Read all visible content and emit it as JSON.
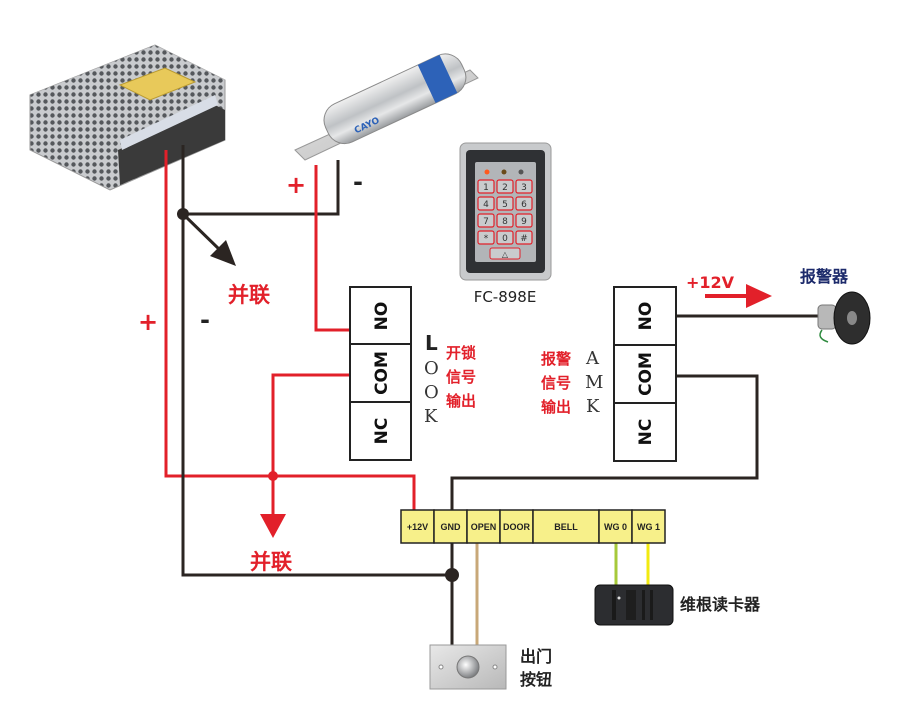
{
  "diagram": {
    "title_model": "FC-898E",
    "colors": {
      "positive_wire": "#e2202a",
      "negative_wire": "#2b2522",
      "terminal_fill": "#f7f08a",
      "open_wire": "#c8a878",
      "wg0_wire": "#a6c93a",
      "wg1_wire": "#f2ea10",
      "alarm_label": "#1c2a6b"
    },
    "power_supply": {
      "plus_label": "+",
      "minus_label": "-",
      "parallel_label_top": "并联",
      "parallel_label_bottom": "并联"
    },
    "lock": {
      "brand": "CAYO",
      "plus_label": "+",
      "minus_label": "-"
    },
    "keypad": {
      "model": "FC-898E",
      "keys": [
        "1",
        "2",
        "3",
        "4",
        "5",
        "6",
        "7",
        "8",
        "9",
        "*",
        "0",
        "#",
        "🔔"
      ]
    },
    "lock_relay": {
      "terminals": [
        "NO",
        "COM",
        "NC"
      ],
      "side_letters": [
        "L",
        "O",
        "O",
        "K"
      ],
      "caption": [
        "开锁",
        "信号",
        "输出"
      ]
    },
    "alarm_relay": {
      "terminals": [
        "NO",
        "COM",
        "NC"
      ],
      "side_letters": [
        "A",
        "M",
        "K"
      ],
      "caption": [
        "报警",
        "信号",
        "输出"
      ]
    },
    "alarm": {
      "voltage_label": "+12V",
      "name": "报警器"
    },
    "terminal_block": {
      "terminals": [
        "+12V",
        "GND",
        "OPEN",
        "DOOR",
        "BELL",
        "WG 0",
        "WG 1"
      ]
    },
    "wiegand_reader": {
      "name": "维根读卡器"
    },
    "exit_button": {
      "name_line1": "出门",
      "name_line2": "按钮"
    }
  }
}
